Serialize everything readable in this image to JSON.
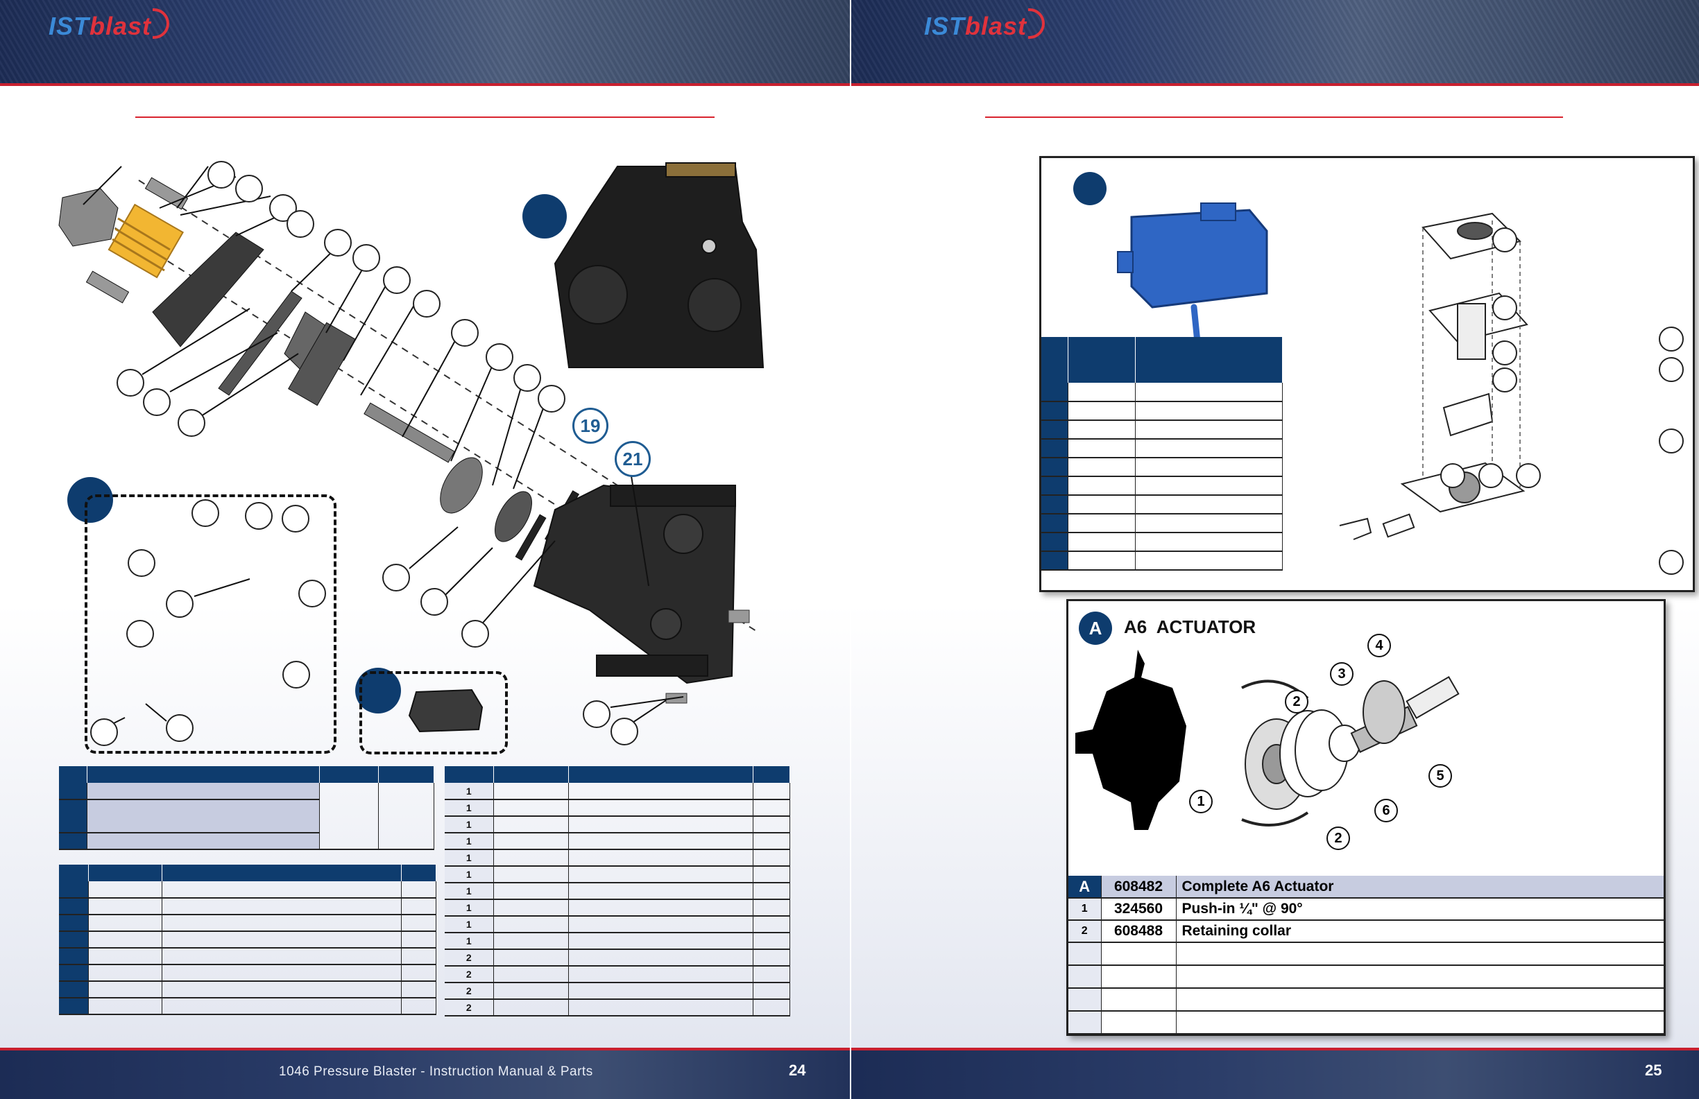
{
  "brand": {
    "ist": "IST",
    "blast": "blast"
  },
  "left_page": {
    "callouts": {
      "c19": "19",
      "c21": "21"
    },
    "footer_text": "1046 Pressure Blaster - Instruction Manual & Parts",
    "page_number": "24",
    "table_c_rows": [
      "1",
      "1",
      "1",
      "1",
      "1",
      "1",
      "1",
      "1",
      "1",
      "1",
      "2",
      "2",
      "2",
      "2"
    ]
  },
  "right_page": {
    "page_number": "25",
    "a6": {
      "badge": "A",
      "title": "A6  ACTUATOR",
      "callouts": {
        "n1": "1",
        "n2a": "2",
        "n2b": "2",
        "n3": "3",
        "n4": "4",
        "n5": "5",
        "n6": "6"
      },
      "rows": [
        {
          "item": "A",
          "part": "608482",
          "desc": "Complete A6 Actuator"
        },
        {
          "item": "1",
          "part": "324560",
          "desc": "Push-in ¼\" @ 90°"
        },
        {
          "item": "2",
          "part": "608488",
          "desc": "Retaining collar"
        }
      ]
    }
  },
  "colors": {
    "navy": "#0e3c6e",
    "red": "#d8232f",
    "spring": "#f2b632",
    "blue_part": "#2f66c4"
  }
}
